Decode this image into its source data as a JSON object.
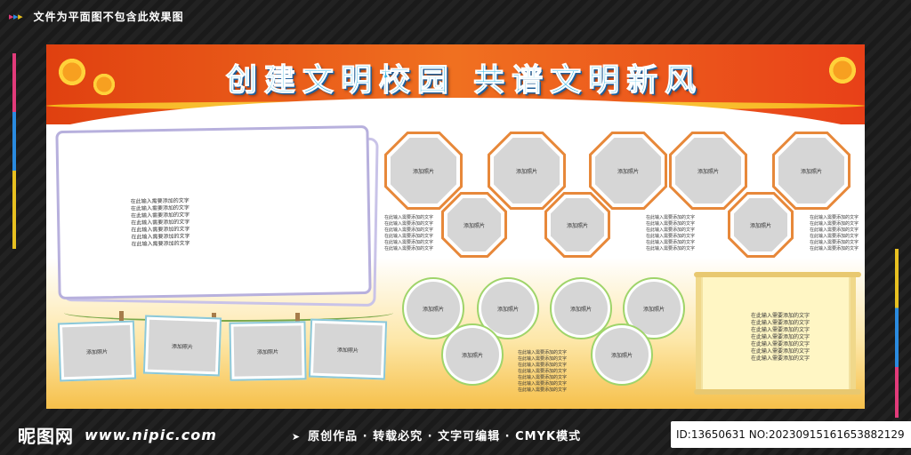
{
  "topbar": {
    "note": "文件为平面图不包含此效果图",
    "arrows": [
      "▸",
      "▸",
      "▸"
    ]
  },
  "board": {
    "title": "创建文明校园 共谱文明新风",
    "placeholder_text": "在此输入需要添加的文字",
    "photo_label": "添加照片"
  },
  "footer": {
    "logo": "昵图网",
    "site": "www.nipic.com",
    "slogan": "原创作品 · 转载必究 · 文字可编辑 · CMYK模式",
    "id_info": "ID:13650631 NO:20230915161653882129"
  },
  "colors": {
    "header": "#e04010",
    "accent_yellow": "#f7c21a",
    "octagon_border": "#e7883a",
    "circle_border": "#9fd46a"
  }
}
